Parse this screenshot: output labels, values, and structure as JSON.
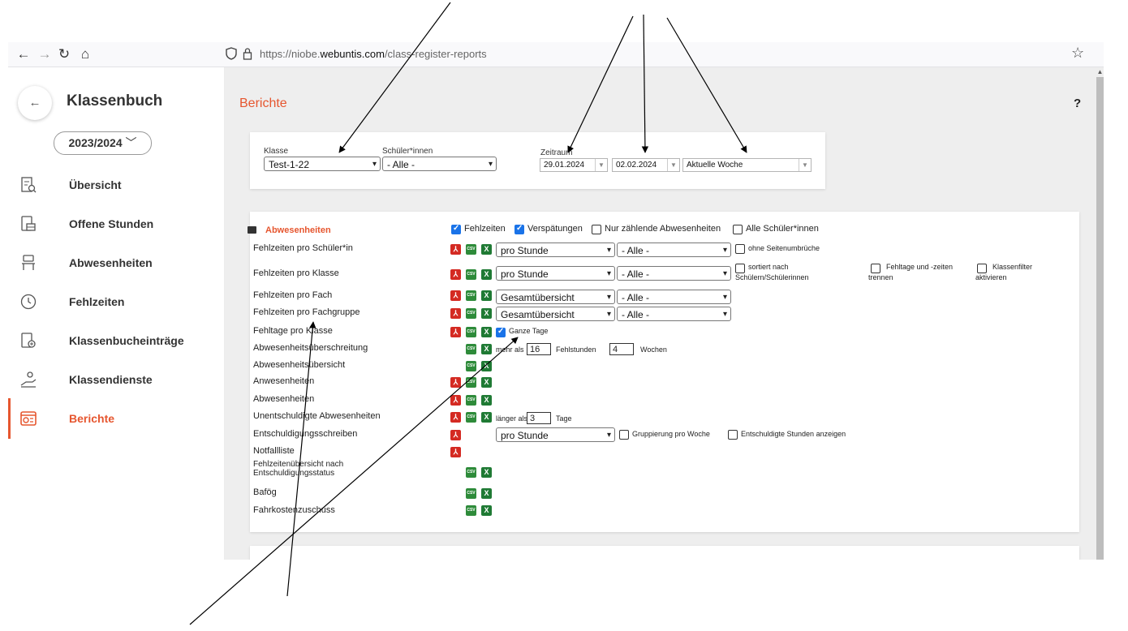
{
  "browser": {
    "url_prefix": "https://niobe.",
    "url_domain": "webuntis.com",
    "url_path": "/class-register-reports"
  },
  "sidebar": {
    "title": "Klassenbuch",
    "year": "2023/2024",
    "items": [
      {
        "label": "Übersicht",
        "icon": "overview-icon"
      },
      {
        "label": "Offene Stunden",
        "icon": "open-lessons-icon"
      },
      {
        "label": "Abwesenheiten",
        "icon": "chair-icon"
      },
      {
        "label": "Fehlzeiten",
        "icon": "clock-icon"
      },
      {
        "label": "Klassenbucheinträge",
        "icon": "add-entry-icon"
      },
      {
        "label": "Klassendienste",
        "icon": "person-hand-icon"
      },
      {
        "label": "Berichte",
        "icon": "report-icon"
      }
    ]
  },
  "main": {
    "title": "Berichte",
    "help": "?"
  },
  "filters": {
    "klasse_label": "Klasse",
    "klasse_value": "Test-1-22",
    "schueler_label": "Schüler*innen",
    "schueler_value": "- Alle -",
    "zeitraum_label": "Zeitraum",
    "date_from": "29.01.2024",
    "date_to": "02.02.2024",
    "period": "Aktuelle Woche"
  },
  "abwesenheiten": {
    "heading": "Abwesenheiten",
    "opt_fehlzeiten": "Fehlzeiten",
    "opt_verspaetungen": "Verspätungen",
    "opt_nur_zaehlende": "Nur zählende Abwesenheiten",
    "opt_alle_schueler": "Alle Schüler*innen",
    "rows": [
      "Fehlzeiten pro Schüler*in",
      "Fehlzeiten pro Klasse",
      "Fehlzeiten pro Fach",
      "Fehlzeiten pro Fachgruppe",
      "Fehltage pro Klasse",
      "Abwesenheitsüberschreitung",
      "Abwesenheitsübersicht",
      "Anwesenheiten",
      "Abwesenheiten",
      "Unentschuldigte Abwesenheiten",
      "Entschuldigungsschreiben",
      "Notfallliste",
      "Fehlzeitenübersicht nach",
      "Entschuldigungsstatus",
      "Bafög",
      "Fahrkostenzuschuss"
    ],
    "sel_pro_stunde": "pro Stunde",
    "sel_gesamt": "Gesamtübersicht",
    "sel_alle": "- Alle -",
    "ohne_seitenumbrueche": "ohne Seitenumbrüche",
    "sortiert_1": "sortiert nach",
    "sortiert_2": "Schülern/Schülerinnen",
    "fehltage_trennen_1": "Fehltage und -zeiten",
    "fehltage_trennen_2": "trennen",
    "klassenfilter_1": "Klassenfilter",
    "klassenfilter_2": "aktivieren",
    "ganze_tage": "Ganze Tage",
    "mehr_als": "mehr als",
    "mehr_als_value": "16",
    "fehlstunden": "Fehlstunden",
    "wochen_value": "4",
    "wochen": "Wochen",
    "laenger_als": "länger als",
    "laenger_als_value": "3",
    "tage": "Tage",
    "gruppierung": "Gruppierung pro Woche",
    "entschuldigte_stunden": "Entschuldigte Stunden anzeigen",
    "pdf_glyph": "⅄",
    "csv_glyph": "CSV",
    "xls_glyph": "X"
  }
}
